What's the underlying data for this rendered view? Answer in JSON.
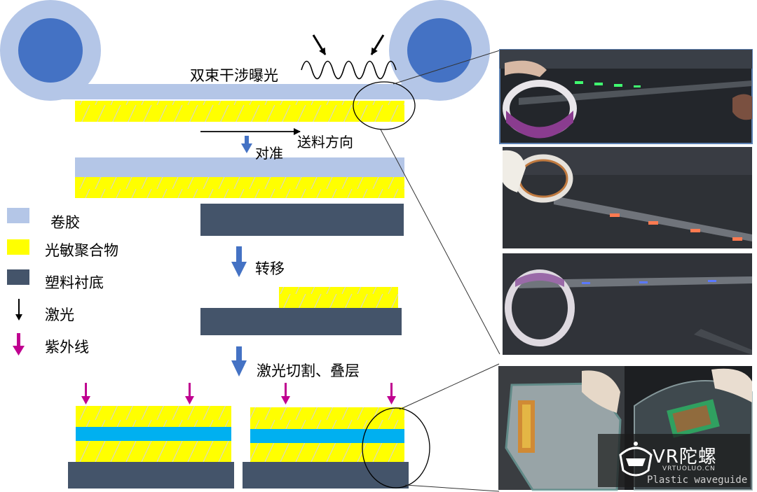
{
  "steps": {
    "exposure": "双束干涉曝光",
    "feed_direction": "送料方向",
    "align": "对准",
    "transfer": "转移",
    "cut_laminate": "激光切割、叠层"
  },
  "legend": [
    {
      "key": "roll-film",
      "label": "卷胶",
      "color": "#b4c6e7"
    },
    {
      "key": "photopolymer",
      "label": "光敏聚合物",
      "color": "#ffff00"
    },
    {
      "key": "plastic-substrate",
      "label": "塑料衬底",
      "color": "#44546a"
    },
    {
      "key": "laser",
      "label": "激光",
      "color": "#000000"
    },
    {
      "key": "ultraviolet",
      "label": "紫外线",
      "color": "#c00090"
    }
  ],
  "watermark": {
    "brand": "VR陀螺",
    "url": "VRTUOLUO.CN",
    "caption": "Plastic waveguide"
  },
  "colors": {
    "roll": "#b4c6e7",
    "roller_core": "#4472c4",
    "polymer": "#ffff00",
    "substrate": "#44546a",
    "cyan_layer": "#00b0f0",
    "arrow_blue": "#4472c4",
    "uv_arrow": "#c00090"
  }
}
